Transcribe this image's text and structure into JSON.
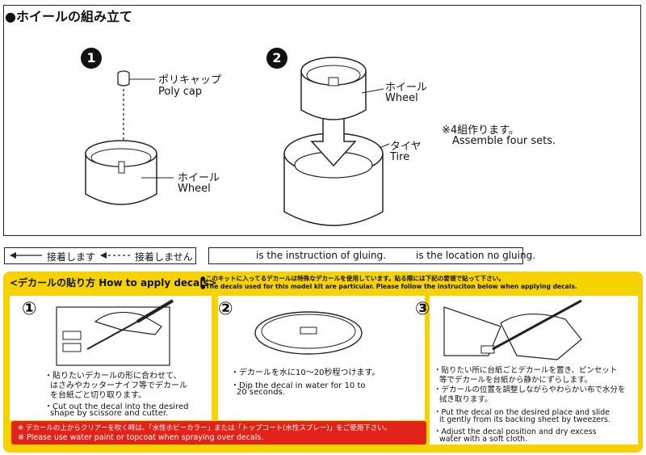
{
  "assembly": {
    "heading": "●ホイールの組み立て",
    "step1_num": "❶",
    "step2_num": "❷",
    "polycap_jp": "ポリキャップ",
    "polycap_en": "Poly cap",
    "wheel1_jp": "ホイール",
    "wheel1_en": "Wheel",
    "wheel2_jp": "ホイール",
    "wheel2_en": "Wheel",
    "tire_jp": "タイヤ",
    "tire_en": "Tire",
    "sets_jp": "※4組作ります。",
    "sets_en": "Assemble four sets."
  },
  "legend": {
    "glue_jp": "接着します",
    "noglue_jp": "接着しません",
    "glue_en": "is the instruction of gluing.",
    "noglue_en": "is the location no gluing."
  },
  "decals": {
    "title": "<デカールの貼り方 How to apply decals>",
    "note_jp": "●このキットに入ってるデカールは特殊なデカールを使用しています。貼る際には下記の要領で貼って下さい。",
    "note_en": "●The decals used for this model kit are particular. Please follow the instruciton below when applying decals.",
    "step1": {
      "num": "①",
      "jp": [
        "・貼りたいデカールの形に合わせて、",
        "はさみやカッターナイフ等でデカール",
        "を台紙ごと切り取ります。"
      ],
      "en": [
        "・Cut out the decal into the desired",
        "shape by scissore and cutter."
      ]
    },
    "step2": {
      "num": "②",
      "jp": [
        "・デカールを水に10〜20秒程つけます。"
      ],
      "en": [
        "・Dip the decal in water for 10 to",
        "20 seconds."
      ]
    },
    "step3": {
      "num": "③",
      "jp": [
        "・貼りたい所に台紙ごとデカールを置き、ピンセット",
        "等でデカールを台紙から静かにずらします。",
        "・デカールの位置を調整しながらやわらかい布で水分を",
        "拭き取ります。"
      ],
      "en": [
        "・Put the decal on the desired place and slide",
        "it gently from its backing sheet by tweezers.",
        "・Adjust the decal position and dry excess",
        "water with a soft cloth."
      ]
    },
    "warning_jp": "※ デカールの上からクリアーを吹く時は、「水性ホビーカラー」または「トップコート(水性スプレー)」をご使用下さい。",
    "warning_en": "※ Please use water paint or topcoat when spraying over decals."
  },
  "colors": {
    "yellow": "#f6d200",
    "red": "#e2231a"
  }
}
